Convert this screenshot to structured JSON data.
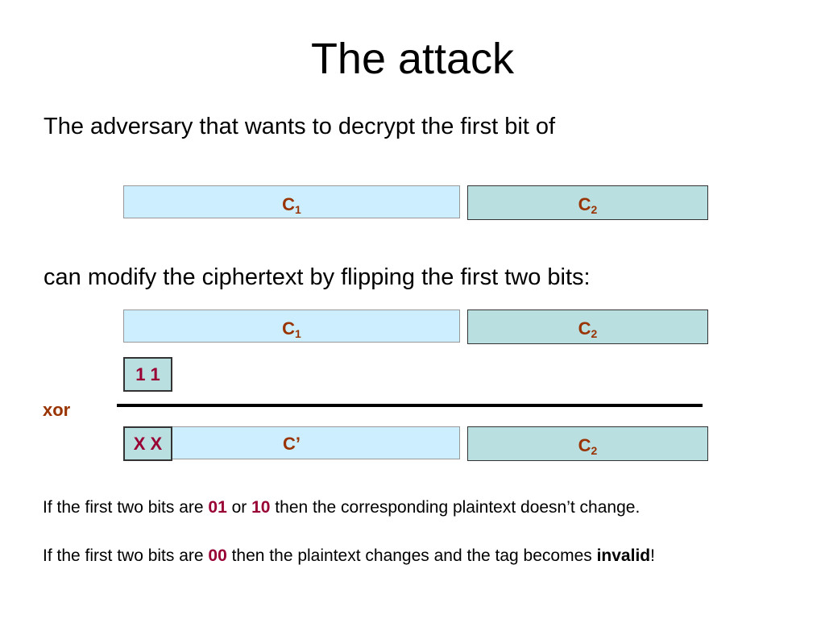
{
  "slide": {
    "title": "The attack",
    "intro": "The adversary that wants to decrypt the first bit of",
    "modify": "can modify the ciphertext by flipping the first two bits:"
  },
  "row1": {
    "c1": {
      "base": "C",
      "sub": "1"
    },
    "c2": {
      "base": "C",
      "sub": "2"
    }
  },
  "row2": {
    "c1": {
      "base": "C",
      "sub": "1"
    },
    "c2": {
      "base": "C",
      "sub": "2"
    }
  },
  "flip_mask": "1 1",
  "xor_label": "xor",
  "row3": {
    "prefix": "X X",
    "c_prime": "C’",
    "c2": {
      "base": "C",
      "sub": "2"
    }
  },
  "notes": {
    "line1": {
      "a": "If the first two bits are ",
      "v1": "01",
      "b": " or ",
      "v2": "10",
      "c": " then the corresponding plaintext doesn’t change."
    },
    "line2": {
      "a": "If the first two bits are ",
      "v1": "00",
      "b": " then the plaintext changes and the tag becomes ",
      "strong": "invalid",
      "c": "!"
    }
  },
  "colors": {
    "light_block": "#cceeff",
    "teal_block": "#b9dfe0",
    "label_brown": "#993300",
    "highlight_red": "#990033"
  }
}
